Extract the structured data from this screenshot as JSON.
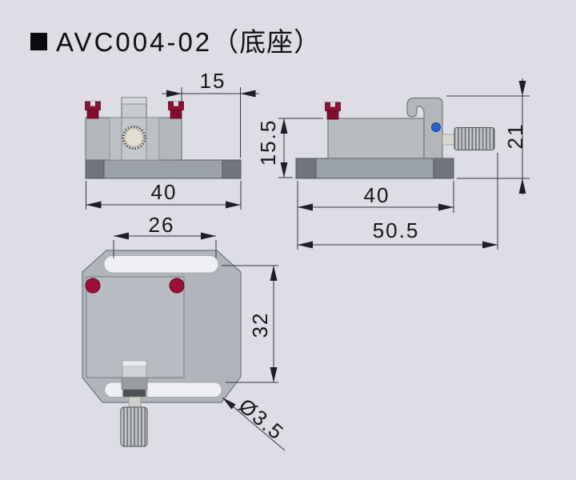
{
  "title": {
    "bullet": "■",
    "code": "AVC004-02",
    "name": "（底座）"
  },
  "dimensions": {
    "front_offset": "15",
    "front_width": "40",
    "side_height": "15.5",
    "side_total_height": "21",
    "side_base_width": "40",
    "side_total_width": "50.5",
    "top_slot_length": "26",
    "top_height": "32",
    "top_hole_diameter": "Ø3.5"
  },
  "colors": {
    "background": "#dcdde5",
    "accent-red": "#8e1034",
    "accent-blue": "#2263cc",
    "body-gray": "#b6b9be",
    "base-gray": "#9ba1a8",
    "base-dark-gray": "#70757c",
    "slot-white": "#eef0f4",
    "knurl-cream": "#ded9cc",
    "line-color": "#34343c",
    "text-color": "#16161c"
  }
}
